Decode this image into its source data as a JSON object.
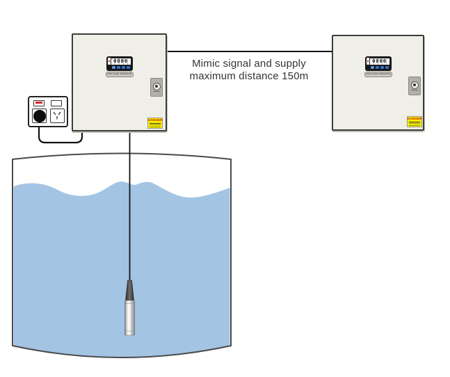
{
  "annotation": {
    "line1": "Mimic signal and supply",
    "line2": "maximum distance 150m"
  },
  "panels": {
    "left": {
      "display_value": "0000",
      "label": "TANK LEVEL INDICATOR",
      "danger": "DANGER"
    },
    "right": {
      "display_value": "0000",
      "label": "TANK LEVEL INDICATOR",
      "danger": "DANGER"
    }
  },
  "diagram": {
    "water_color": "#a4c4e4",
    "panel_color": "#efeee7",
    "danger_bg": "#f6ec00",
    "danger_text_color": "#cc1111",
    "button_color": "#2f6fc4",
    "outline_color": "#3c3c3c",
    "elements": [
      "tank",
      "water",
      "submersible-level-probe",
      "power-outlet",
      "left-indicator-cabinet",
      "right-indicator-cabinet",
      "mimic-signal-cable",
      "power-cable",
      "probe-cable"
    ]
  }
}
